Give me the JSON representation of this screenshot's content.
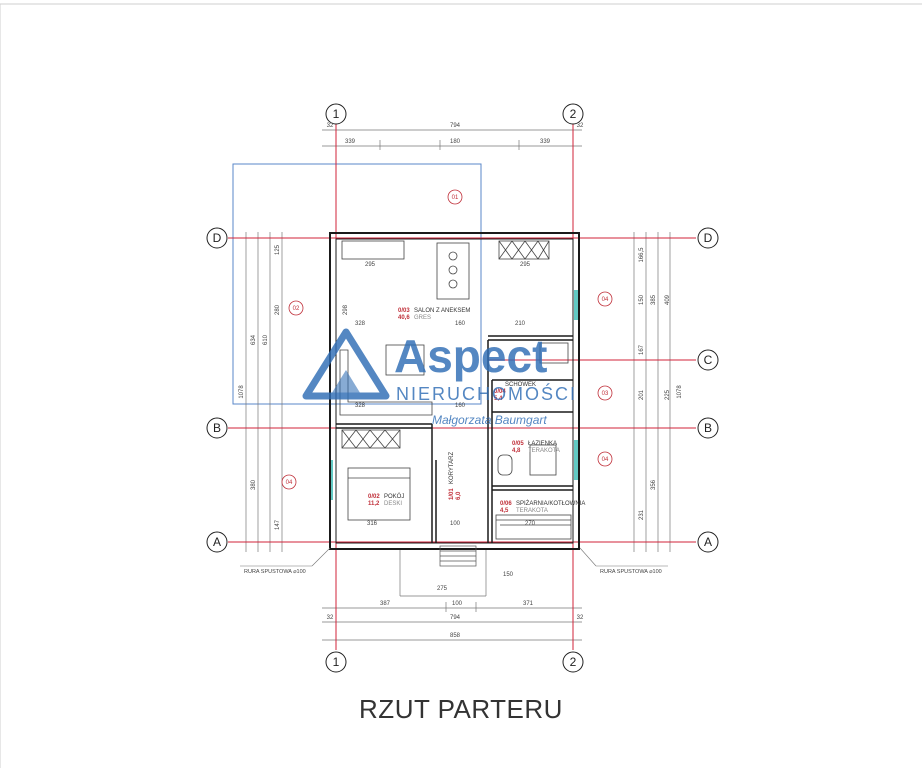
{
  "title": "RZUT PARTERU",
  "watermark": {
    "brand": "Aspect",
    "sub": "NIERUCHOMOŚCI",
    "signature": "Małgorzata Baumgart",
    "color": "#2f6db5"
  },
  "axes": {
    "col1": "1",
    "col2": "2",
    "rowA": "A",
    "rowB": "B",
    "rowC": "C",
    "rowD": "D"
  },
  "dimensions": {
    "top_total": "794",
    "top_left": "339",
    "top_mid": "180",
    "top_right": "339",
    "bottom_left": "387",
    "bottom_mid": "100",
    "bottom_right": "371",
    "bottom_total": "794",
    "bottom_overall": "858",
    "left_overall": "1078",
    "left_634": "634",
    "left_610": "610",
    "left_280": "280",
    "left_125": "125",
    "left_380": "380",
    "left_147": "147",
    "right_overall": "1078",
    "right_409": "409",
    "right_385": "385",
    "right_225": "225",
    "right_356": "356",
    "right_231": "231",
    "right_166": "166,5",
    "right_150": "150",
    "right_167": "167",
    "right_201": "201",
    "edge_32": "32",
    "misc_328a": "328",
    "misc_160": "160",
    "misc_210": "210",
    "misc_295a": "295",
    "misc_295b": "295",
    "misc_298": "298",
    "misc_328b": "328",
    "misc_160b": "160",
    "misc_275": "275",
    "misc_100": "100",
    "misc_270": "270",
    "misc_316": "316",
    "misc_150": "150"
  },
  "rooms": [
    {
      "code": "0/03",
      "name": "SALON Z ANEKSEM",
      "area": "40,6",
      "floor": "GRES"
    },
    {
      "code": "0/04",
      "name": "SCHOWEK",
      "area": "5,4",
      "floor": ""
    },
    {
      "code": "0/05",
      "name": "ŁAZIENKA",
      "area": "4,8",
      "floor": "TERAKOTA"
    },
    {
      "code": "0/02",
      "name": "POKÓJ",
      "area": "11,2",
      "floor": "DESKI"
    },
    {
      "code": "1/01",
      "name": "KORYTARZ",
      "area": "6,0",
      "floor": ""
    },
    {
      "code": "0/06",
      "name": "SPIŻARNIA/KOTŁOWNIA",
      "area": "4,5",
      "floor": "TERAKOTA"
    }
  ],
  "markers": {
    "m01": "01",
    "m02": "02",
    "m03": "03",
    "m04a": "04",
    "m04b": "04",
    "m04c": "04"
  },
  "notes": {
    "downpipe_left": "RURA SPUSTOWA ⌀100",
    "downpipe_right": "RURA SPUSTOWA ⌀100"
  },
  "colors": {
    "grid": "#d0233a",
    "wall": "#1a1a1a",
    "line": "#555555",
    "terrace": "#5a87c8",
    "window": "#2fb8b0"
  }
}
